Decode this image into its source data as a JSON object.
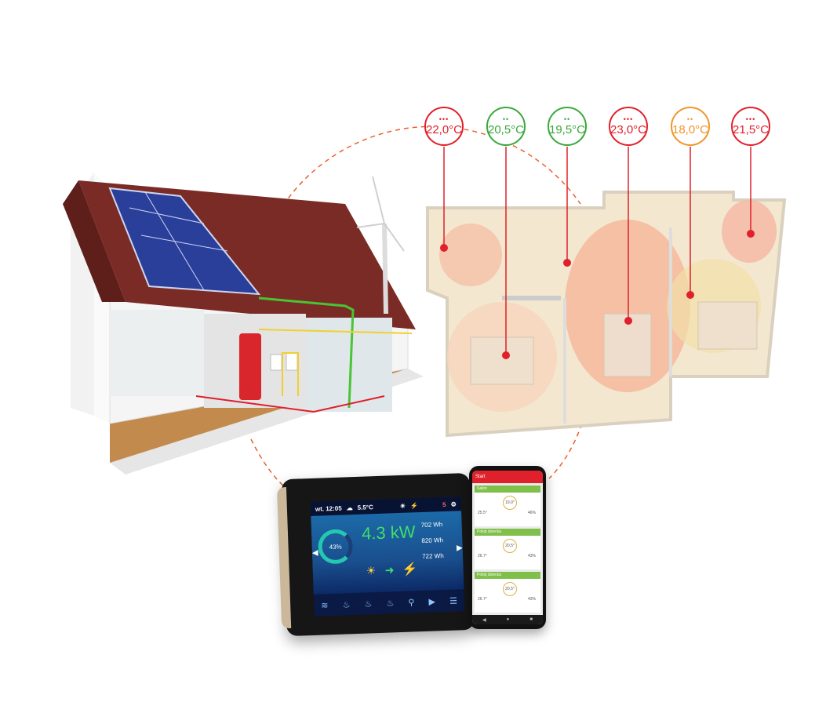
{
  "badges": [
    {
      "value": "22,0°C",
      "dots": "•••",
      "color": "#e0202a"
    },
    {
      "value": "20,5°C",
      "dots": "••",
      "color": "#3aa83a"
    },
    {
      "value": "19,5°C",
      "dots": "••",
      "color": "#3aa83a"
    },
    {
      "value": "23,0°C",
      "dots": "•••",
      "color": "#e0202a"
    },
    {
      "value": "18,0°C",
      "dots": "••",
      "color": "#f0962a"
    },
    {
      "value": "21,5°C",
      "dots": "•••",
      "color": "#e0202a"
    }
  ],
  "tablet": {
    "date": "wt. 12:05",
    "weather_temp": "5.5°C",
    "power": "4.3 kW",
    "percent": "43%",
    "readings": [
      "702 Wh",
      "820 Wh",
      "722 Wh"
    ],
    "count": "5"
  },
  "phone": {
    "title": "Start",
    "cards": [
      {
        "name": "Salon",
        "setpoint": "19,0°",
        "temp": "25.5°",
        "humidity": "46%"
      },
      {
        "name": "Pokój dziecka",
        "setpoint": "20,5°",
        "temp": "26.7°",
        "humidity": "43%"
      },
      {
        "name": "Pokój dziecka",
        "setpoint": "20,5°",
        "temp": "26.7°",
        "humidity": "43%"
      }
    ]
  },
  "colors": {
    "accent_red": "#e0202a",
    "green": "#3aa83a",
    "orange": "#f0962a",
    "dashed": "#e8612c"
  },
  "icons": [
    "sun-icon",
    "cloud-icon",
    "lightning-icon",
    "power-pylon-icon",
    "heating-icon",
    "tap-icon",
    "pump-icon",
    "menu-icon"
  ]
}
